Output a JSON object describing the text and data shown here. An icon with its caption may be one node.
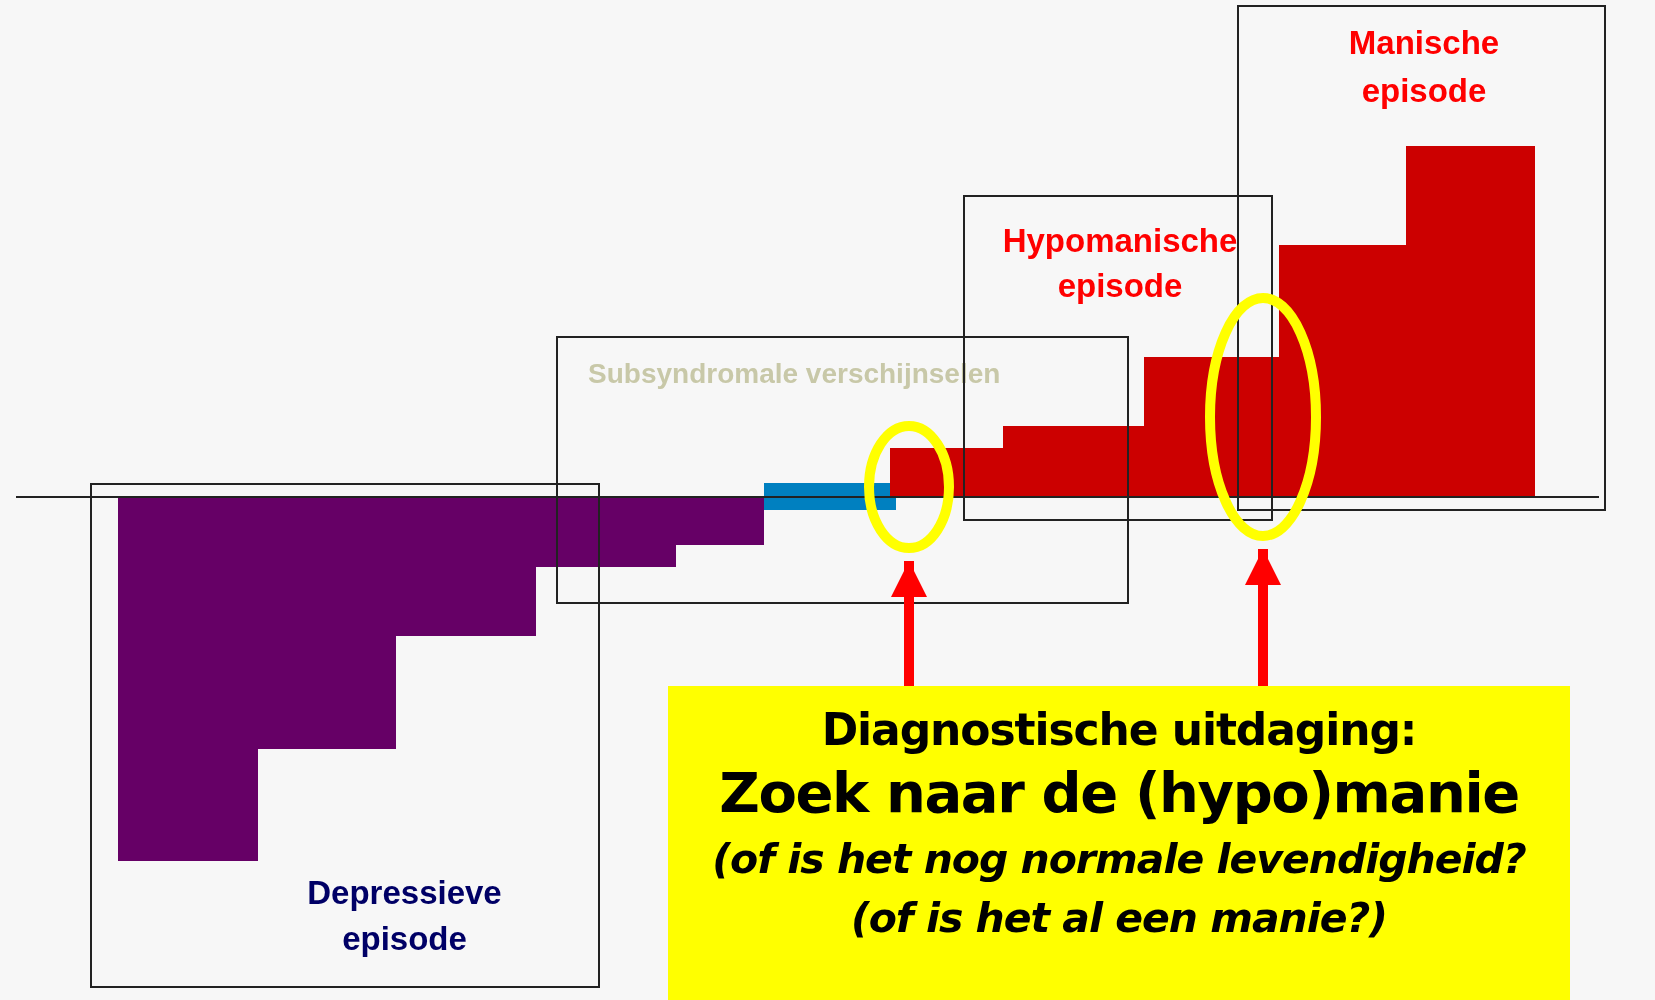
{
  "diagram": {
    "nodes": [
      {
        "text": [
          "Depressieve episode"
        ]
      },
      {
        "text": [
          "Subsyndromale verschijnselen"
        ]
      },
      {
        "text": [
          "Hypomanische episode"
        ]
      },
      {
        "text": [
          "Manische episode"
        ]
      },
      {
        "text": [],
        "shape": "circle",
        "in": 1
      },
      {
        "text": [],
        "shape": "circle"
      },
      {
        "text": [
          "Diagnostische uitdaging:",
          "Zoek naar de (hypo)manie",
          "(of is het nog normale levendigheid?",
          "(of is het al een manie?)"
        ]
      }
    ],
    "edges": [
      {
        "from": 6,
        "to": 4,
        "arrow": "to"
      },
      {
        "from": 6,
        "to": 5,
        "arrow": "to"
      }
    ]
  }
}
